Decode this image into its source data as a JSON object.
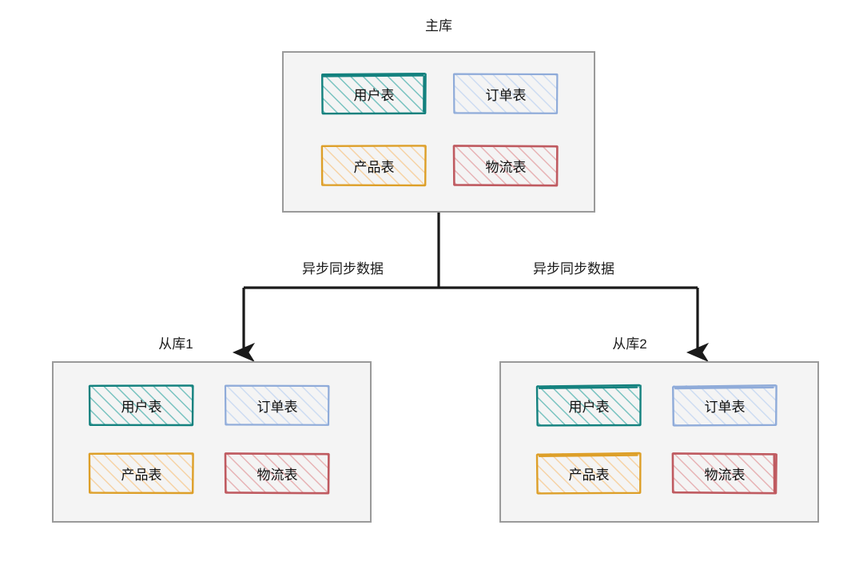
{
  "diagram": {
    "title_master": "主库",
    "title_slave1": "从库1",
    "title_slave2": "从库2",
    "edge_label_left": "异步同步数据",
    "edge_label_right": "异步同步数据",
    "background": "#ffffff",
    "container_fill": "#f4f4f4",
    "container_stroke": "#9a9a9a",
    "connector_color": "#1a1a1a"
  },
  "tables": {
    "user": {
      "label": "用户表",
      "stroke": "#13817e",
      "hatch": "#79c3c0",
      "fill": "#f4f4f4"
    },
    "order": {
      "label": "订单表",
      "stroke": "#8fabd9",
      "hatch": "#cddcf2",
      "fill": "#f4f4f4"
    },
    "product": {
      "label": "产品表",
      "stroke": "#dd9f28",
      "hatch": "#f6d3a6",
      "fill": "#f4f4f4"
    },
    "logistics": {
      "label": "物流表",
      "stroke": "#bf5a60",
      "hatch": "#e7b3b5",
      "fill": "#f4f4f4"
    }
  },
  "nodes": {
    "master": {
      "name": "主库",
      "tables": [
        "用户表",
        "订单表",
        "产品表",
        "物流表"
      ]
    },
    "slave1": {
      "name": "从库1",
      "tables": [
        "用户表",
        "订单表",
        "产品表",
        "物流表"
      ]
    },
    "slave2": {
      "name": "从库2",
      "tables": [
        "用户表",
        "订单表",
        "产品表",
        "物流表"
      ]
    }
  }
}
